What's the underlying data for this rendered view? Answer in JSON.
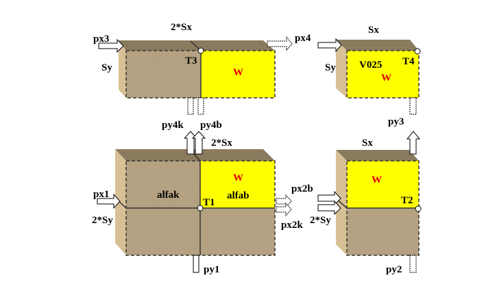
{
  "diagram": {
    "colors": {
      "block_tan": "#b8a585",
      "block_top": "#8e7f62",
      "block_side": "#dcc49a",
      "highlight": "#ffff00",
      "w_label": "#e00000"
    },
    "blocks": {
      "top_left": {
        "width_label": "2*Sx",
        "height_label": "Sy",
        "node_label": "T3",
        "w_label": "W",
        "in_arrow_label": "px3"
      },
      "top_right": {
        "width_label": "Sx",
        "height_label": "Sy",
        "node_label": "T4",
        "name_label": "V025",
        "w_label": "W",
        "in_arrow_label": "px4",
        "out_arrow_label": "py3"
      },
      "bottom_left": {
        "width_label": "2*Sx",
        "height_label": "2*Sy",
        "node_label": "T1",
        "w_label": "W",
        "left_cell_label": "alfak",
        "right_cell_label": "alfab",
        "in_arrow_label": "px1",
        "out_arrow_top_left_label": "py4k",
        "out_arrow_top_right_label": "py4b",
        "out_arrow_right_top_label": "px2b",
        "out_arrow_right_bottom_label": "px2k",
        "in_arrow_bottom_label": "py1"
      },
      "bottom_right": {
        "width_label": "Sx",
        "height_label": "2*Sy",
        "node_label": "T2",
        "w_label": "W",
        "in_arrow_bottom_label": "py2"
      }
    }
  }
}
